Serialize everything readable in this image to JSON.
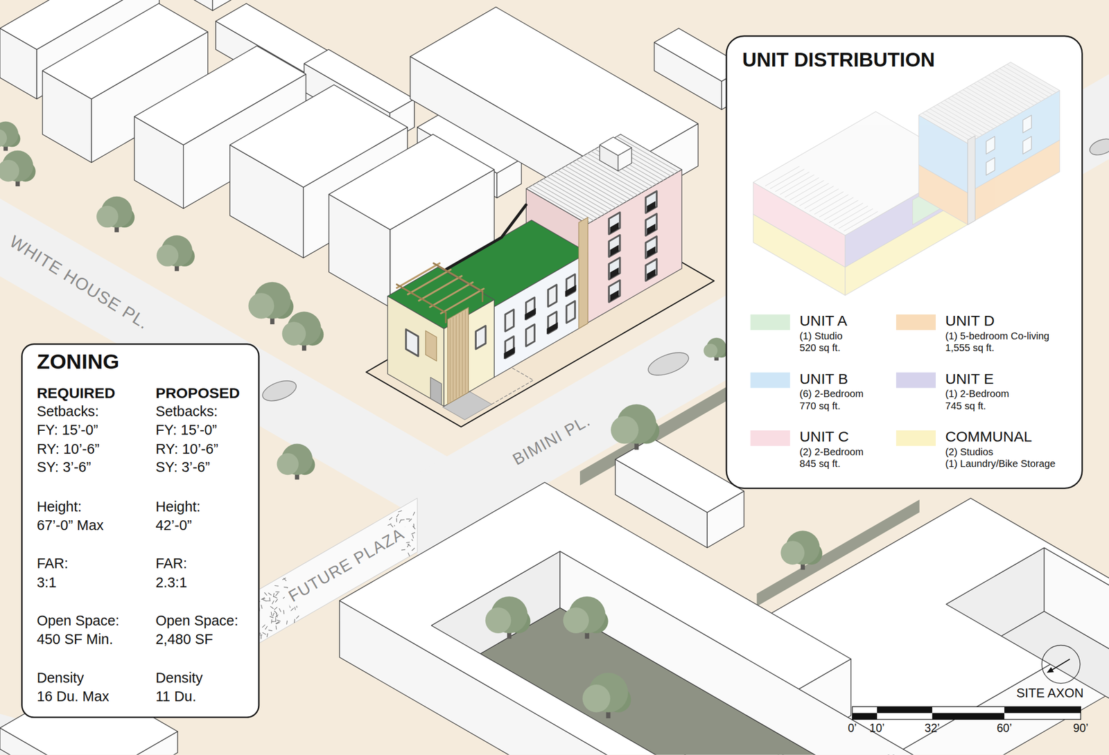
{
  "diagram": {
    "nodes": [
      {
        "text": [
          "ZONING",
          "REQUIRED",
          "Setbacks:",
          "FY: 15’-0”",
          "RY: 10’-6”",
          "SY: 3’-6”",
          "Height:",
          "67’-0” Max",
          "FAR:",
          "3:1",
          "Open Space:",
          "450 SF Min.",
          "Density",
          "16 Du. Max",
          "PROPOSED",
          "Setbacks:",
          "FY: 15’-0”",
          "RY: 10’-6”",
          "SY: 3’-6”",
          "Height:",
          "42’-0”",
          "FAR:",
          "2.3:1",
          "Open Space:",
          "2,480 SF",
          "Density",
          "11 Du."
        ]
      },
      {
        "text": [
          "UNIT DISTRIBUTION"
        ]
      }
    ],
    "labels": [
      "WHITE HOUSE PL.",
      "BIMINI PL.",
      "FUTURE PLAZA",
      "(1) Studio",
      "520 sq ft.",
      "(6) 2-Bedroom",
      "770 sq ft.",
      "(2) 2-Bedroom",
      "845 sq ft.",
      "(1) 5-bedroom Co-living",
      "1,555 sq ft.",
      "(1) 2-Bedroom",
      "745 sq ft.",
      "(2) Studios",
      "(1) Laundry/Bike Storage",
      "SITE AXON",
      "0’",
      "10’",
      "32’",
      "60’",
      "90’"
    ],
    "legend": [
      {
        "text": "UNIT A",
        "color": "#d9eed9"
      },
      {
        "text": "UNIT B",
        "color": "#cfe6f7"
      },
      {
        "text": "UNIT C",
        "color": "#f9dde3"
      },
      {
        "text": "UNIT D",
        "color": "#f9dcb9"
      },
      {
        "text": "UNIT E",
        "color": "#d6d3ec"
      },
      {
        "text": "COMMUNAL",
        "color": "#fbf3c4"
      }
    ]
  }
}
